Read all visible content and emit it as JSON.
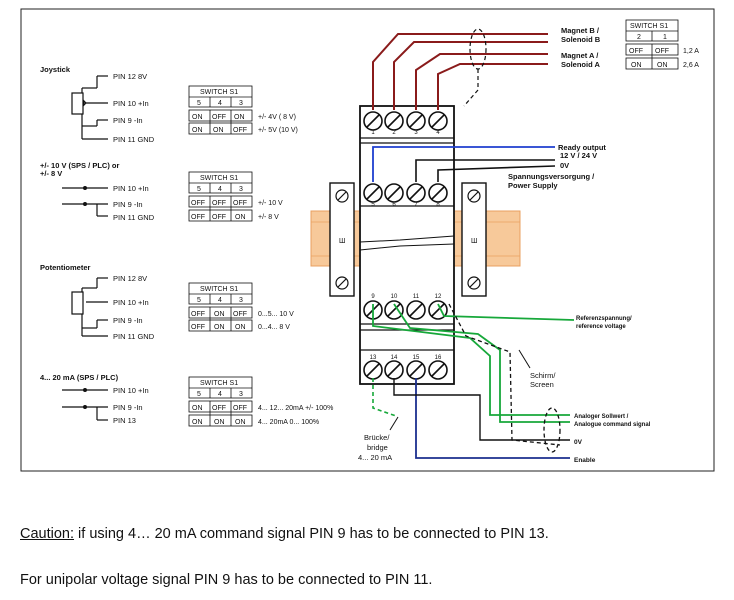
{
  "left": {
    "joystick": {
      "title": "Joystick",
      "pins": [
        "PIN 12   8V",
        "PIN 10  +In",
        "PIN  9   -In",
        "PIN 11  GND"
      ]
    },
    "voltage": {
      "title1": "+/- 10 V  (SPS / PLC)  or",
      "title2": "+/-   8 V",
      "pins": [
        "PIN 10  +In",
        "PIN  9   -In",
        "PIN 11  GND"
      ]
    },
    "potentiometer": {
      "title": "Potentiometer",
      "pins": [
        "PIN 12   8V",
        "PIN 10  +In",
        "PIN  9   -In",
        "PIN 11  GND"
      ]
    },
    "current": {
      "title": "4... 20 mA  (SPS / PLC)",
      "pins": [
        "PIN 10  +In",
        "PIN  9   -In",
        "PIN 13"
      ]
    }
  },
  "tables": {
    "t1": {
      "title": "SWITCH   S1",
      "cols": [
        "5",
        "4",
        "3"
      ],
      "rows": [
        [
          "ON",
          "OFF",
          "ON"
        ],
        [
          "ON",
          "ON",
          "OFF"
        ]
      ],
      "notes": [
        "+/- 4V   ( 8 V)",
        "+/- 5V   (10 V)"
      ]
    },
    "t2": {
      "title": "SWITCH   S1",
      "cols": [
        "5",
        "4",
        "3"
      ],
      "rows": [
        [
          "OFF",
          "OFF",
          "OFF"
        ],
        [
          "OFF",
          "OFF",
          "ON"
        ]
      ],
      "notes": [
        "+/- 10 V",
        "+/-  8 V"
      ]
    },
    "t3": {
      "title": "SWITCH   S1",
      "cols": [
        "5",
        "4",
        "3"
      ],
      "rows": [
        [
          "OFF",
          "ON",
          "OFF"
        ],
        [
          "OFF",
          "ON",
          "ON"
        ]
      ],
      "notes": [
        "0...5... 10 V",
        "0...4...   8 V"
      ]
    },
    "t4": {
      "title": "SWITCH   S1",
      "cols": [
        "5",
        "4",
        "3"
      ],
      "rows": [
        [
          "ON",
          "OFF",
          "OFF"
        ],
        [
          "ON",
          "ON",
          "ON"
        ]
      ],
      "notes": [
        "4... 12... 20mA   +/- 100%",
        "4... 20mA           0... 100%"
      ]
    },
    "tr": {
      "title": "SWITCH   S1",
      "cols": [
        "2",
        "1"
      ],
      "rows": [
        [
          "OFF",
          "OFF"
        ],
        [
          "ON",
          "ON"
        ]
      ],
      "notes": [
        "1,2  A",
        "2,6  A"
      ]
    }
  },
  "module": {
    "top_terminals": [
      "1",
      "2",
      "3",
      "4"
    ],
    "mid_terminals": [
      "5",
      "6",
      "7",
      "8"
    ],
    "lower_terminals": [
      "9",
      "10",
      "11",
      "12"
    ],
    "bottom_terminals": [
      "13",
      "14",
      "15",
      "16"
    ],
    "rail_label": "Ш"
  },
  "right_labels": {
    "magnet_b": [
      "Magnet B /",
      "Solenoid B"
    ],
    "magnet_a": [
      "Magnet A /",
      "Solenoid A"
    ],
    "ready": "Ready output",
    "voltage": [
      "12 V / 24 V",
      "0V"
    ],
    "supply": [
      "Spannungsversorgung /",
      "Power Supply"
    ],
    "ref": [
      "Referenzspannung/",
      "reference voltage"
    ],
    "screen": [
      "Schirm/",
      "Screen"
    ],
    "analog": [
      "Analoger Sollwert /",
      "Analogue command signal"
    ],
    "zero": "0V",
    "enable": "Enable",
    "bridge": [
      "Brücke/",
      "bridge",
      "4... 20 mA"
    ]
  },
  "colors": {
    "red": "#8a1b1b",
    "blue": "#1f3fcf",
    "green": "#17a83a",
    "navy": "#1b2f8f",
    "rail": "#f7c99a",
    "rail_border": "#e8a060"
  },
  "notes": {
    "caution_label": "Caution:",
    "caution_text": " if using 4… 20 mA command signal PIN 9 has to be connected to PIN 13.",
    "unipolar": "For unipolar voltage signal PIN 9 has to be connected to PIN 11."
  }
}
